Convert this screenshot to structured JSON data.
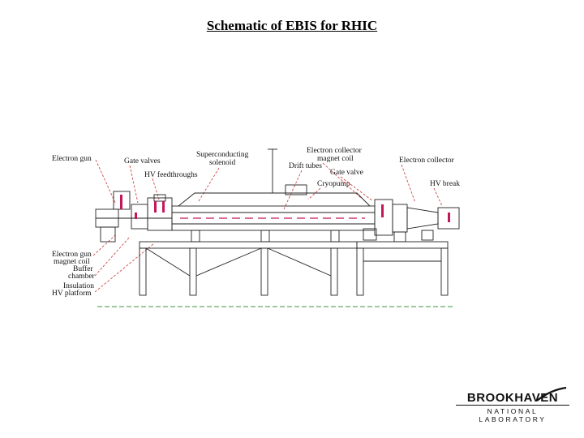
{
  "title": "Schematic of EBIS for RHIC",
  "labels": {
    "electron_gun": "Electron gun",
    "gate_valves": "Gate valves",
    "hv_feedthroughs": "HV feedthroughs",
    "superconducting_solenoid": [
      "Superconducting",
      "solenoid"
    ],
    "electron_collector_magnet_coil": [
      "Electron collector",
      "magnet coil"
    ],
    "drift_tubes": "Drift tubes",
    "gate_valve": "Gate valve",
    "cryopump": "Cryopump",
    "electron_collector": "Electron collector",
    "hv_break": "HV break",
    "electron_gun_magnet_coil": [
      "Electron gun",
      "magnet coil"
    ],
    "buffer_chamber": [
      "Buffer",
      "chamber"
    ],
    "insulating_hv_platform": [
      "Insulation",
      "HV platform"
    ]
  },
  "logo": {
    "name": "BROOKHAVEN",
    "subtitle": "NATIONAL LABORATORY"
  },
  "colors": {
    "line": "#222222",
    "leader": "#cc3333",
    "accent": "#c2185b",
    "ground": "#66aa66"
  }
}
